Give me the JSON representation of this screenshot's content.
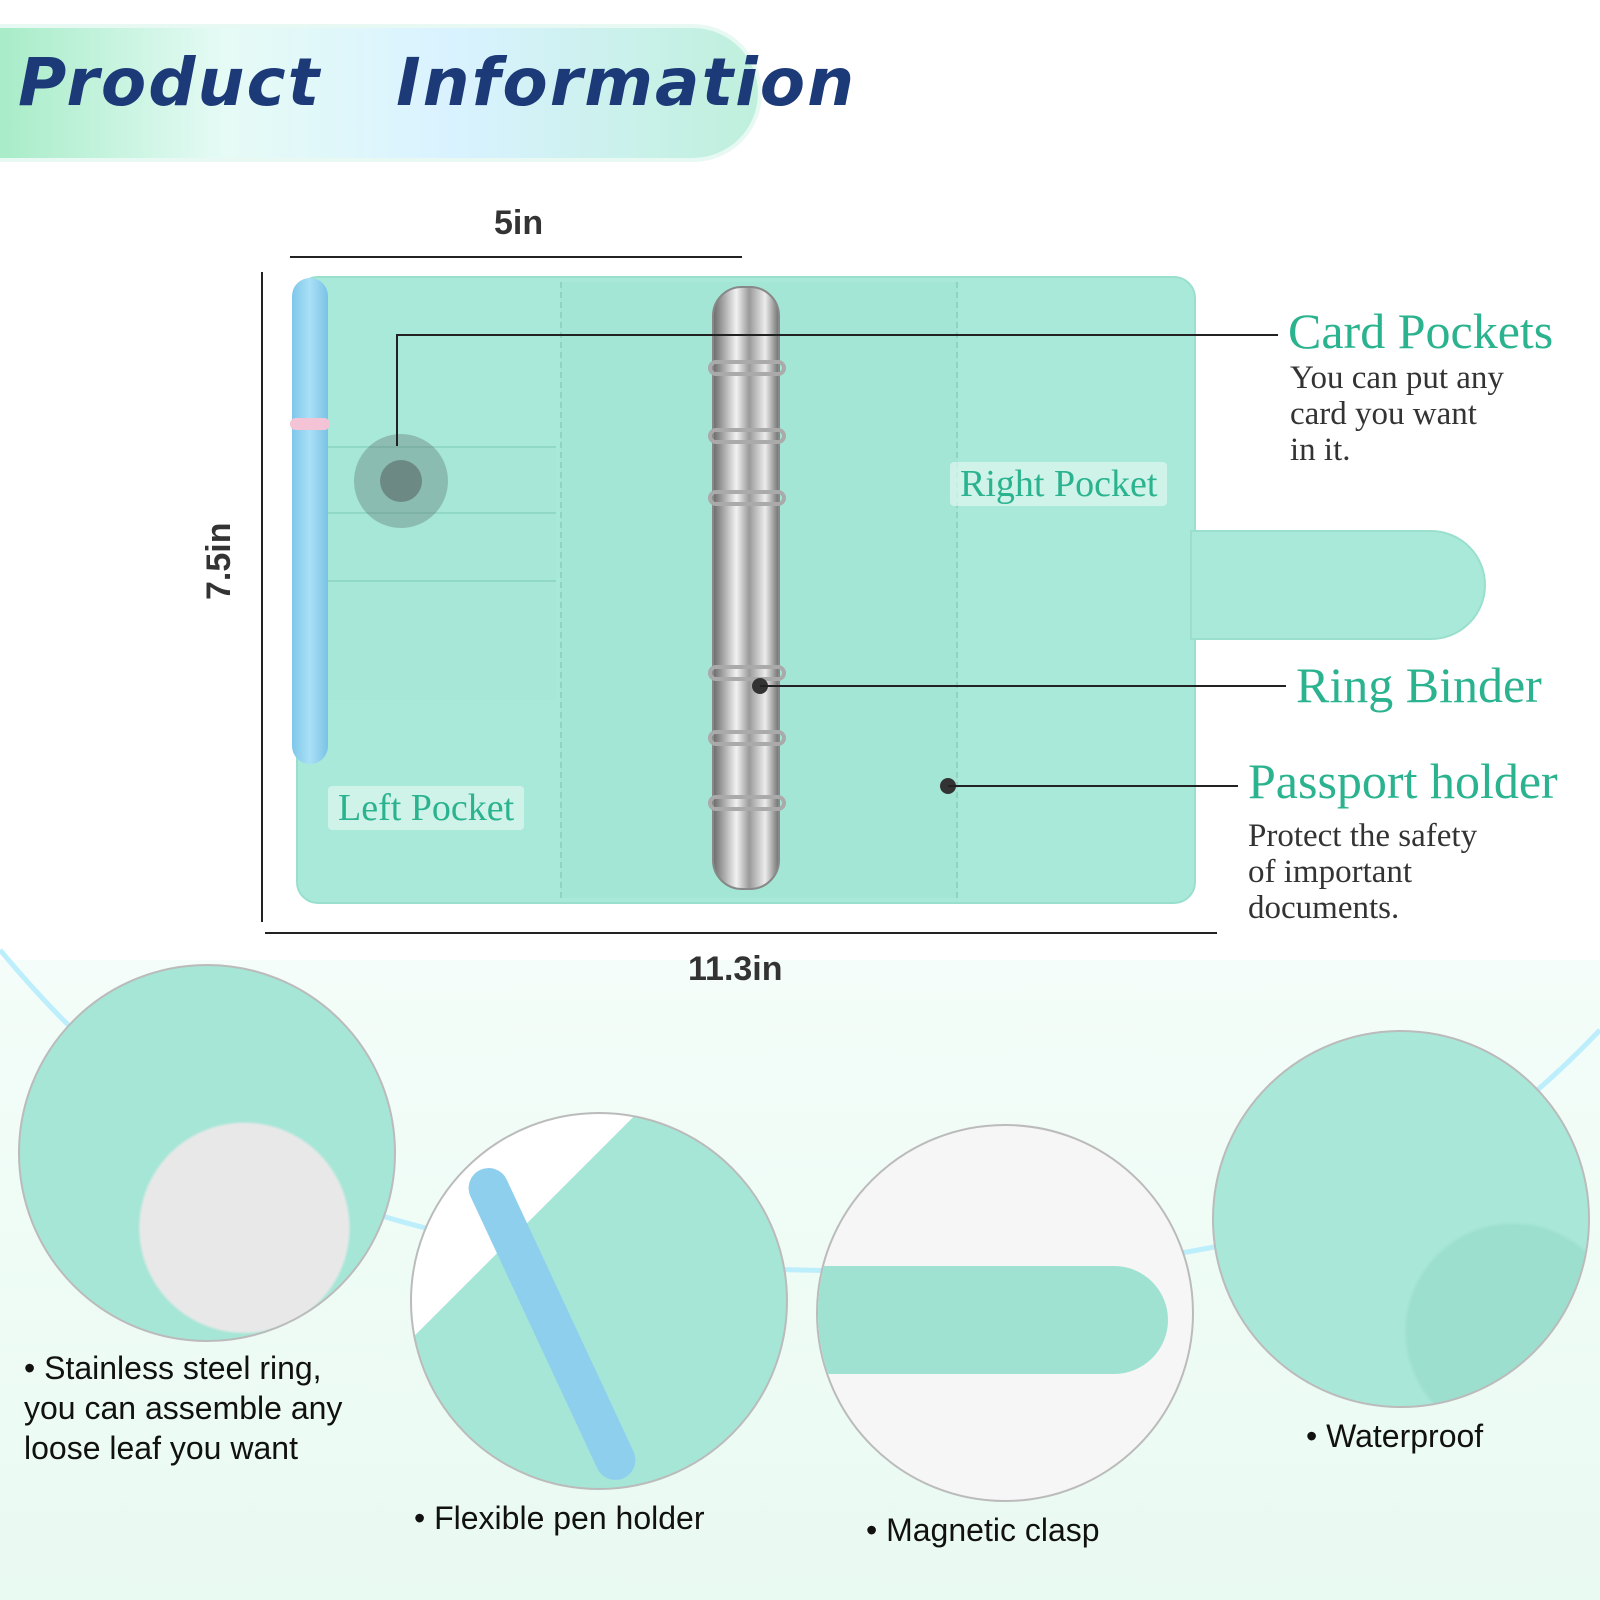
{
  "banner": {
    "title": "Product Information"
  },
  "dimensions": {
    "width_top": "5in",
    "height": "7.5in",
    "width_total": "11.3in"
  },
  "tags": {
    "left_pocket": "Left Pocket",
    "right_pocket": "Right Pocket"
  },
  "callouts": [
    {
      "title": "Card Pockets",
      "description": "You can put any\ncard you want\nin it."
    },
    {
      "title": "Ring Binder",
      "description": ""
    },
    {
      "title": "Passport holder",
      "description": "Protect the safety\nof important\ndocuments."
    }
  ],
  "features": [
    {
      "label": "• Stainless steel ring,\n   you can assemble any\n   loose leaf you want"
    },
    {
      "label": "• Flexible pen holder"
    },
    {
      "label": "• Magnetic clasp"
    },
    {
      "label": "•  Waterproof"
    }
  ],
  "colors": {
    "teal": "#a9e9d9",
    "accent_text": "#2bb38f",
    "title": "#1d3a78"
  }
}
